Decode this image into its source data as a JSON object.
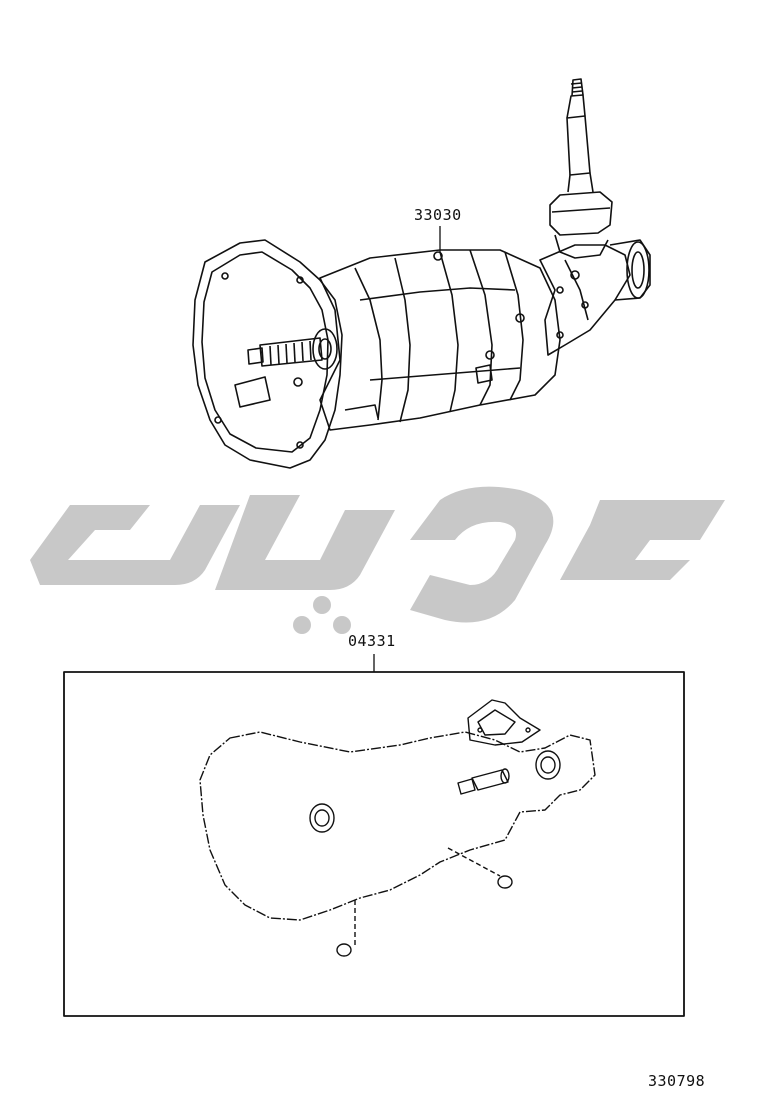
{
  "diagram": {
    "part_labels": {
      "transmission_assembly": "33030",
      "gasket_kit": "04331"
    },
    "figure_number": "330798"
  },
  "colors": {
    "line": "#111111",
    "watermark": "#c8c8c8",
    "background": "#ffffff"
  }
}
